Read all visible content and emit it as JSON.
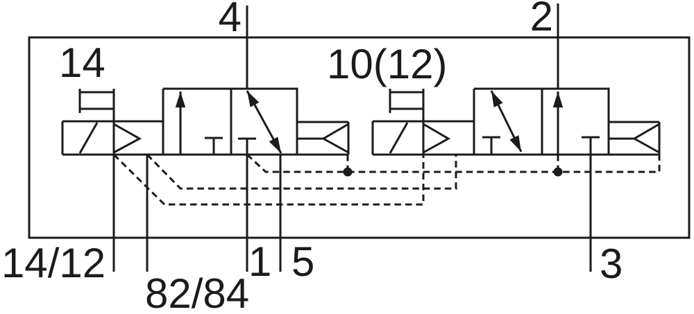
{
  "diagram": {
    "type": "pneumatic-valve-schematic",
    "description_labels": {
      "port_4": "4",
      "port_2": "2",
      "pilot_14": "14",
      "pilot_10_12": "10(12)",
      "port_14_12": "14/12",
      "port_82_84": "82/84",
      "port_1": "1",
      "port_5": "5",
      "port_3": "3"
    },
    "colors": {
      "line": "#1b1b1b",
      "background": "#ffffff"
    }
  }
}
